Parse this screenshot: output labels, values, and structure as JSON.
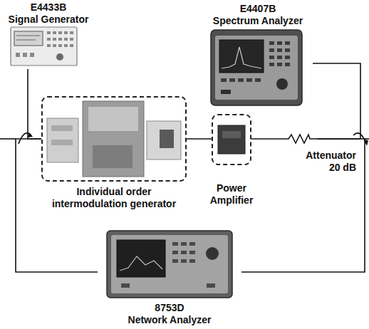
{
  "diagram": {
    "nodes": [
      {
        "text": [
          "E4433B",
          "Signal Generator"
        ]
      },
      {
        "text": [
          "E4407B",
          "Spectrum Analyzer"
        ]
      },
      {
        "text": [
          "Individual order intermodulation generator"
        ]
      },
      {
        "text": [
          "Power Amplifier"
        ]
      },
      {
        "text": [
          "Attenuator 20 dB"
        ]
      },
      {
        "text": [
          "8753D",
          "Network Analyzer"
        ]
      }
    ],
    "edges": [
      {
        "from": 0,
        "to": 2,
        "arrow": "none"
      },
      {
        "from": 5,
        "to": 2,
        "arrow": "none"
      },
      {
        "from": 2,
        "to": 3,
        "arrow": "none"
      },
      {
        "from": 3,
        "to": 4,
        "arrow": "none"
      },
      {
        "from": 4,
        "to": 1,
        "arrow": "none"
      },
      {
        "from": 4,
        "to": 5,
        "arrow": "none"
      }
    ]
  }
}
